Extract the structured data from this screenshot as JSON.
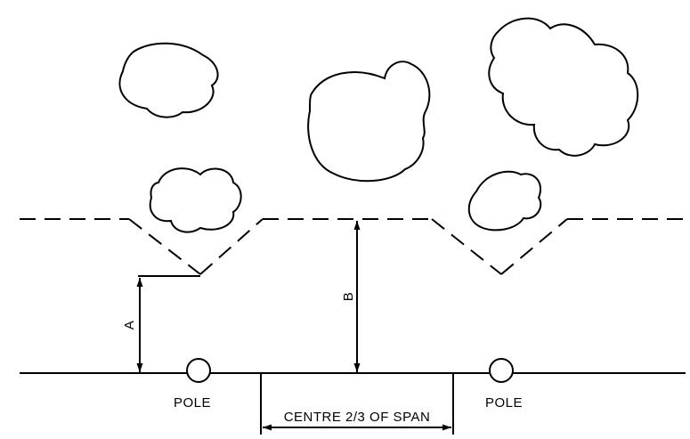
{
  "labels": {
    "dimension_a": "A",
    "dimension_b": "B",
    "pole_left": "POLE",
    "pole_right": "POLE",
    "span_label": "CENTRE 2/3 OF SPAN"
  },
  "colors": {
    "line": "#000000",
    "background": "#ffffff"
  }
}
